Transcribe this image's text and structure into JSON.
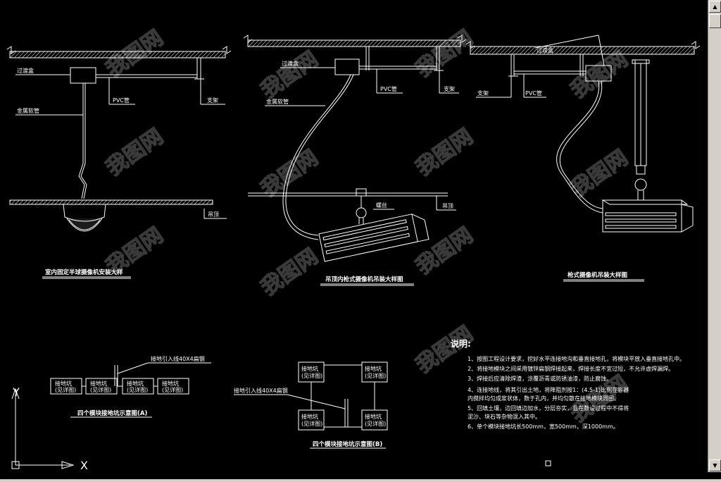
{
  "detail1": {
    "junction_box": "过渡盒",
    "metal_hose": "金属软管",
    "pvc_pipe": "PVC管",
    "bracket": "支架",
    "ceiling": "吊顶",
    "title": "室内固定半球摄像机安装大样"
  },
  "detail2": {
    "junction_box": "过渡盒",
    "metal_hose": "金属软管",
    "pvc_pipe": "PVC管",
    "bracket": "支架",
    "rod": "螺丝",
    "ceiling": "吊顶",
    "title": "吊顶内枪式摄像机吊装大样图"
  },
  "detail3": {
    "junction_box": "过渡盒",
    "bracket": "支架",
    "pvc_pipe": "PVC管",
    "title": "枪式摄像机吊装大样图"
  },
  "grounding_a": {
    "leadin": "接地引入线40X4扁钢",
    "pit_label": "接地坑",
    "pit_sub": "(见详图)",
    "title": "四个模块接地坑示意图(A)"
  },
  "grounding_b": {
    "leadin": "接地引入线40X4扁钢",
    "pit_label": "接地坑",
    "pit_sub": "(见详图)",
    "title": "四个模块接地坑示意图(B)"
  },
  "notes": {
    "heading": "说明:",
    "items": [
      "1、按图工程设计要求，挖好水平连接地沟和垂直接地孔，将模块平放入垂直接地孔中。",
      "2、将接地模块之间采用镀锌扁钢焊接起来，焊接长度不宜过短，不允许虚焊漏焊。",
      "3、焊接后应清除焊渣，涂覆沥青或防锈油漆，防止腐蚀。",
      "4、连接地线，将其引出土地，将降阻剂按1：(4.5-1)比例在容器",
      "   内搅拌均匀成浆状体，数于孔内，并均匀散在接地模块周围。",
      "5、回填土壤，边回填边加水，分层夯实，且在数设过程中不得将",
      "   泥沙、块石等杂物混入其中。",
      "6、单个模块接地坑长500mm，宽500mm，深1000mm。"
    ]
  },
  "ucs": {
    "y": "Y",
    "x": "X"
  },
  "watermark": "我图网",
  "colors": {
    "background": "#000000",
    "line": "#ffffff",
    "watermark": "#3a3a3a"
  },
  "window": {
    "scroll_up": "▲",
    "scroll_down": "▼"
  }
}
